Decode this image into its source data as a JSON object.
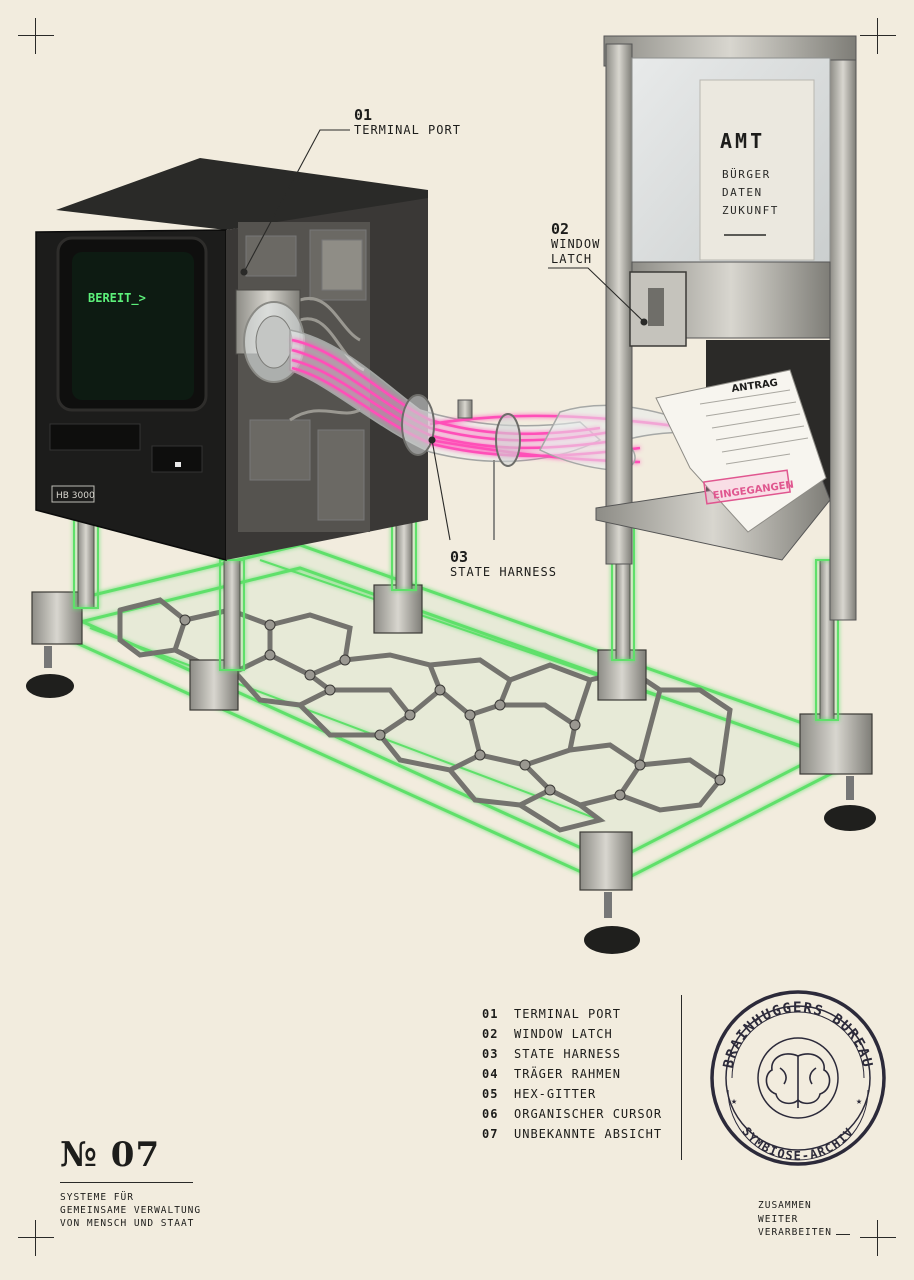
{
  "callouts": [
    {
      "num": "01",
      "label": "TERMINAL PORT"
    },
    {
      "num": "02",
      "label": "WINDOW LATCH"
    },
    {
      "num": "03",
      "label": "STATE HARNESS"
    }
  ],
  "terminal": {
    "screen_text": "BEREIT_>",
    "model_label": "HB 3000"
  },
  "window_sign": {
    "title": "AMT",
    "lines": [
      "BÜRGER",
      "DATEN",
      "ZUKUNFT"
    ]
  },
  "form": {
    "title": "ANTRAG",
    "stamp": "EINGEGANGEN"
  },
  "legend": [
    {
      "num": "01",
      "label": "TERMINAL PORT"
    },
    {
      "num": "02",
      "label": "WINDOW LATCH"
    },
    {
      "num": "03",
      "label": "STATE HARNESS"
    },
    {
      "num": "04",
      "label": "TRÄGER RAHMEN"
    },
    {
      "num": "05",
      "label": "HEX-GITTER"
    },
    {
      "num": "06",
      "label": "ORGANISCHER CURSOR"
    },
    {
      "num": "07",
      "label": "UNBEKANNTE ABSICHT"
    }
  ],
  "issue": {
    "number": "№ 07",
    "subtitle": [
      "SYSTEME FÜR",
      "GEMEINSAME VERWALTUNG",
      "VON MENSCH UND STAAT"
    ]
  },
  "stamp": {
    "top_text": "BRAINHUGGERS BUREAU",
    "bottom_text": "SYMBIOSE-ARCHIV"
  },
  "closing": [
    "ZUSAMMEN",
    "WEITER",
    "VERARBEITEN"
  ],
  "colors": {
    "paper": "#f2ecde",
    "ink": "#1d1d1b",
    "frame_glow": "#5fe06a",
    "cable": "#ff4fb8",
    "screen_text": "#5cf07a",
    "stamp_ink": "#2c2a3a"
  },
  "icons": [
    "brain-icon",
    "crop-mark-icon"
  ]
}
